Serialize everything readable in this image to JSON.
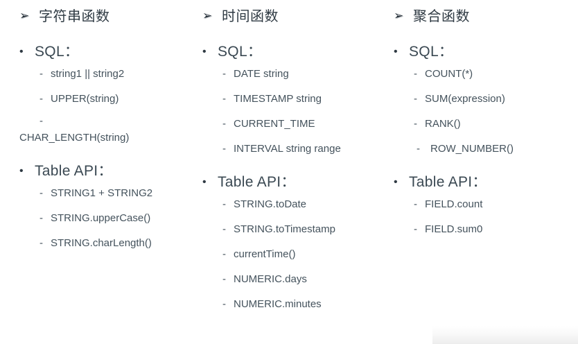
{
  "slide": {
    "background_color": "#ffffff",
    "text_color": "#44525c",
    "heading_color": "#2f3a43",
    "arrow_bullet_glyph": "➢",
    "dot_bullet_glyph": "•",
    "dash_glyph": "-"
  },
  "columns": [
    {
      "heading": "字符串函数",
      "sections": [
        {
          "title": "SQL：",
          "items": [
            {
              "text": "string1 || string2",
              "wrap": false
            },
            {
              "text": "UPPER(string)",
              "wrap": false
            },
            {
              "text": "CHAR_LENGTH(string)",
              "wrap": true
            }
          ]
        },
        {
          "title": "Table API：",
          "items": [
            {
              "text": "STRING1 + STRING2",
              "wrap": false
            },
            {
              "text": "STRING.upperCase()",
              "wrap": false
            },
            {
              "text": "STRING.charLength()",
              "wrap": false
            }
          ]
        }
      ]
    },
    {
      "heading": "时间函数",
      "sections": [
        {
          "title": "SQL：",
          "items": [
            {
              "text": "DATE string",
              "wrap": false
            },
            {
              "text": "TIMESTAMP string",
              "wrap": false
            },
            {
              "text": "CURRENT_TIME",
              "wrap": false
            },
            {
              "text": "INTERVAL string range",
              "wrap": false
            }
          ]
        },
        {
          "title": "Table API：",
          "items": [
            {
              "text": "STRING.toDate",
              "wrap": false
            },
            {
              "text": "STRING.toTimestamp",
              "wrap": false
            },
            {
              "text": "currentTime()",
              "wrap": false
            },
            {
              "text": "NUMERIC.days",
              "wrap": false
            },
            {
              "text": "NUMERIC.minutes",
              "wrap": false
            }
          ]
        }
      ]
    },
    {
      "heading": "聚合函数",
      "sections": [
        {
          "title": "SQL：",
          "items": [
            {
              "text": "COUNT(*)",
              "wrap": false
            },
            {
              "text": "SUM(expression)",
              "wrap": false
            },
            {
              "text": "RANK()",
              "wrap": false
            },
            {
              "text": "ROW_NUMBER()",
              "wrap": false,
              "shift": true
            }
          ]
        },
        {
          "title": "Table API：",
          "items": [
            {
              "text": "FIELD.count",
              "wrap": false
            },
            {
              "text": "FIELD.sum0",
              "wrap": false
            }
          ]
        }
      ]
    }
  ]
}
